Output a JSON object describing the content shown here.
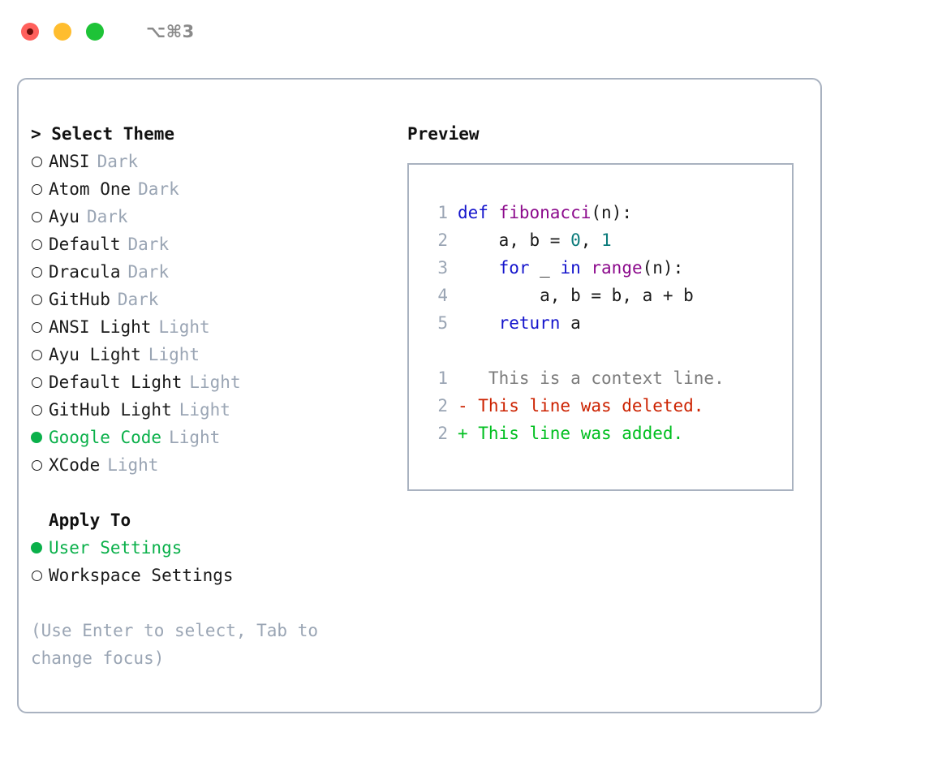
{
  "titlebar": {
    "shortcut": "⌥⌘3",
    "buttons": [
      {
        "name": "close",
        "color": "#ff605c"
      },
      {
        "name": "minimize",
        "color": "#ffbd2e"
      },
      {
        "name": "zoom",
        "color": "#1ec337"
      }
    ]
  },
  "accent": {
    "green": "#0ab04a",
    "muted": "#9aa5b4",
    "border": "#a9b2c0"
  },
  "theme_picker": {
    "title": "> Select Theme",
    "selected_index": 10,
    "options": [
      {
        "name": "ANSI",
        "kind": "Dark",
        "selected": false,
        "marker": "○"
      },
      {
        "name": "Atom One",
        "kind": "Dark",
        "selected": false,
        "marker": "○"
      },
      {
        "name": "Ayu",
        "kind": "Dark",
        "selected": false,
        "marker": "○"
      },
      {
        "name": "Default",
        "kind": "Dark",
        "selected": false,
        "marker": "○"
      },
      {
        "name": "Dracula",
        "kind": "Dark",
        "selected": false,
        "marker": "○"
      },
      {
        "name": "GitHub",
        "kind": "Dark",
        "selected": false,
        "marker": "○"
      },
      {
        "name": "ANSI Light",
        "kind": "Light",
        "selected": false,
        "marker": "○"
      },
      {
        "name": "Ayu Light",
        "kind": "Light",
        "selected": false,
        "marker": "○"
      },
      {
        "name": "Default Light",
        "kind": "Light",
        "selected": false,
        "marker": "○"
      },
      {
        "name": "GitHub Light",
        "kind": "Light",
        "selected": false,
        "marker": "○"
      },
      {
        "name": "Google Code",
        "kind": "Light",
        "selected": true,
        "marker": "●"
      },
      {
        "name": "XCode",
        "kind": "Light",
        "selected": false,
        "marker": "○"
      }
    ]
  },
  "apply_to": {
    "title": "Apply To",
    "selected_index": 0,
    "options": [
      {
        "name": "User Settings",
        "selected": true,
        "marker": "●"
      },
      {
        "name": "Workspace Settings",
        "selected": false,
        "marker": "○"
      }
    ]
  },
  "hint": "(Use Enter to select, Tab to change focus)",
  "preview": {
    "title": "Preview",
    "code_lines": [
      {
        "num": "1",
        "tokens": [
          {
            "t": "def ",
            "c": "kw"
          },
          {
            "t": "fibonacci",
            "c": "fn"
          },
          {
            "t": "(",
            "c": "pun"
          },
          {
            "t": "n",
            "c": "id"
          },
          {
            "t": "):",
            "c": "pun"
          }
        ]
      },
      {
        "num": "2",
        "tokens": [
          {
            "t": "    a, b ",
            "c": "id"
          },
          {
            "t": "= ",
            "c": "pun"
          },
          {
            "t": "0",
            "c": "num"
          },
          {
            "t": ", ",
            "c": "pun"
          },
          {
            "t": "1",
            "c": "num"
          }
        ]
      },
      {
        "num": "3",
        "tokens": [
          {
            "t": "    for ",
            "c": "kw"
          },
          {
            "t": "_ ",
            "c": "id"
          },
          {
            "t": "in ",
            "c": "kw"
          },
          {
            "t": "range",
            "c": "fn"
          },
          {
            "t": "(",
            "c": "pun"
          },
          {
            "t": "n",
            "c": "id"
          },
          {
            "t": "):",
            "c": "pun"
          }
        ]
      },
      {
        "num": "4",
        "tokens": [
          {
            "t": "        a, b ",
            "c": "id"
          },
          {
            "t": "= ",
            "c": "pun"
          },
          {
            "t": "b, a + b",
            "c": "id"
          }
        ]
      },
      {
        "num": "5",
        "tokens": [
          {
            "t": "    return ",
            "c": "kw"
          },
          {
            "t": "a",
            "c": "id"
          }
        ]
      }
    ],
    "diff_lines": [
      {
        "num": "1",
        "marker": " ",
        "text": "  This is a context line.",
        "kind": "ctx"
      },
      {
        "num": "2",
        "marker": "-",
        "text": " This line was deleted.",
        "kind": "del"
      },
      {
        "num": "2",
        "marker": "+",
        "text": " This line was added.",
        "kind": "add"
      }
    ]
  }
}
